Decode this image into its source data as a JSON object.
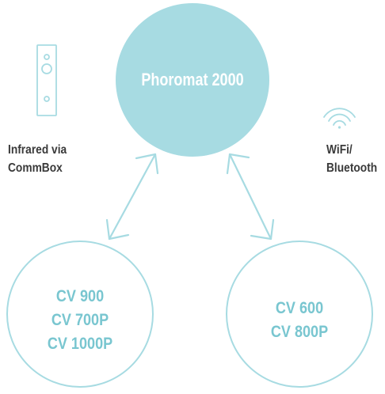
{
  "colors": {
    "accent": "#a7dbe2",
    "accent_text": "#79c6d0",
    "caption_text": "#3a3a3a",
    "hub_text": "#ffffff"
  },
  "hub": {
    "label": "Phoromat 2000"
  },
  "left_link": {
    "icon": "remote-control-icon",
    "caption_lines": [
      "Infrared via",
      "CommBox"
    ]
  },
  "right_link": {
    "icon": "wifi-icon",
    "caption_lines": [
      "WiFi/",
      "Bluetooth"
    ]
  },
  "left_node": {
    "lines": [
      "CV 900",
      "CV 700P",
      "CV 1000P"
    ]
  },
  "right_node": {
    "lines": [
      "CV 600",
      "CV 800P"
    ]
  }
}
